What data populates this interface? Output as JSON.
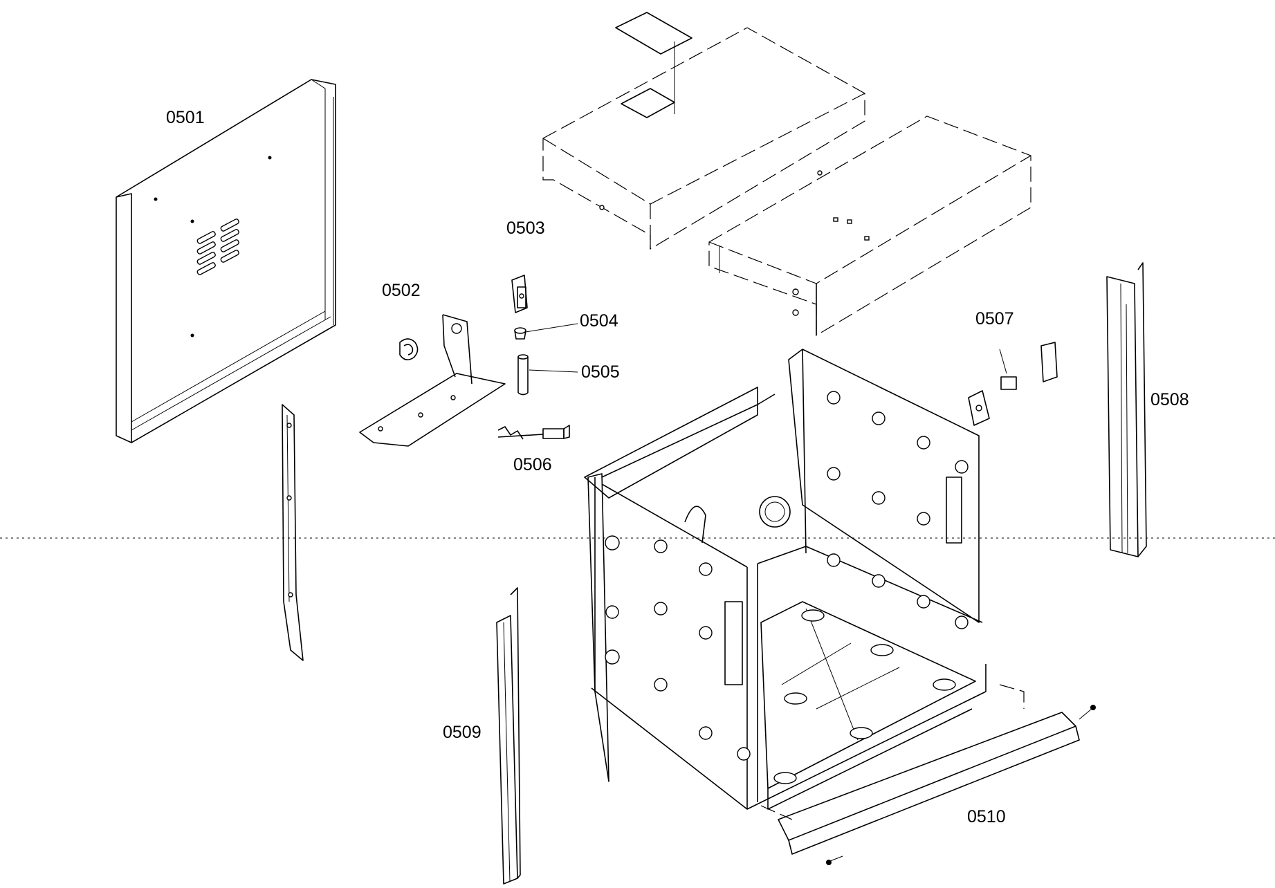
{
  "labels": {
    "p0501": "0501",
    "p0502": "0502",
    "p0503": "0503",
    "p0504": "0504",
    "p0505": "0505",
    "p0506": "0506",
    "p0507": "0507",
    "p0508": "0508",
    "p0509": "0509",
    "p0510": "0510"
  }
}
